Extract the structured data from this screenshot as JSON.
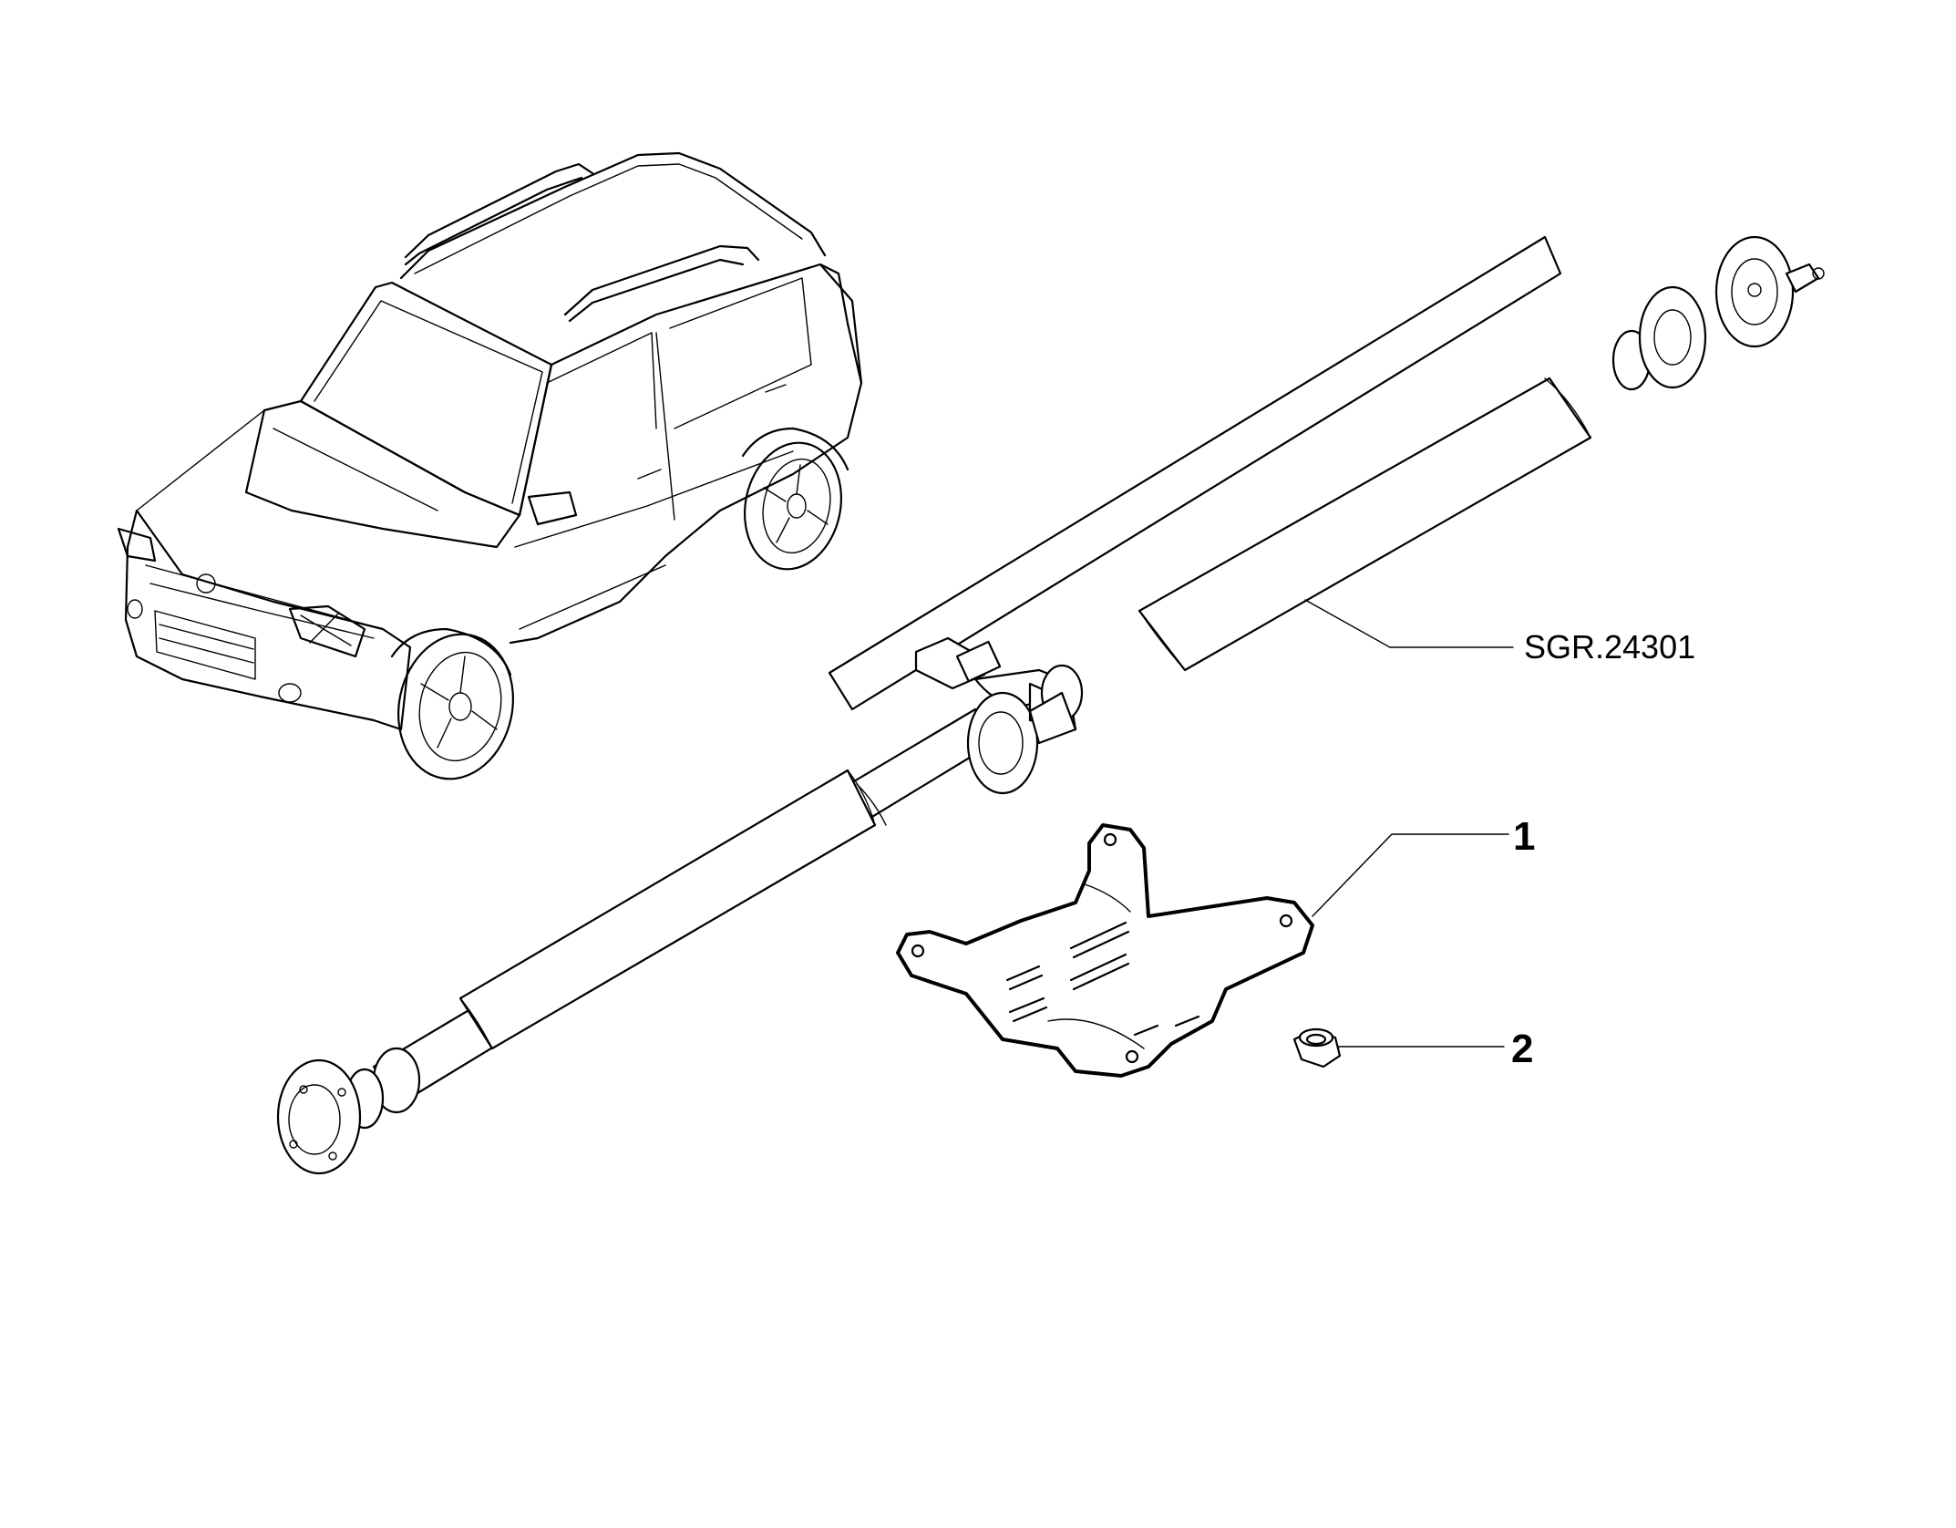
{
  "diagram": {
    "reference_label": "SGR.24301",
    "callouts": [
      {
        "number": "1"
      },
      {
        "number": "2"
      }
    ]
  }
}
